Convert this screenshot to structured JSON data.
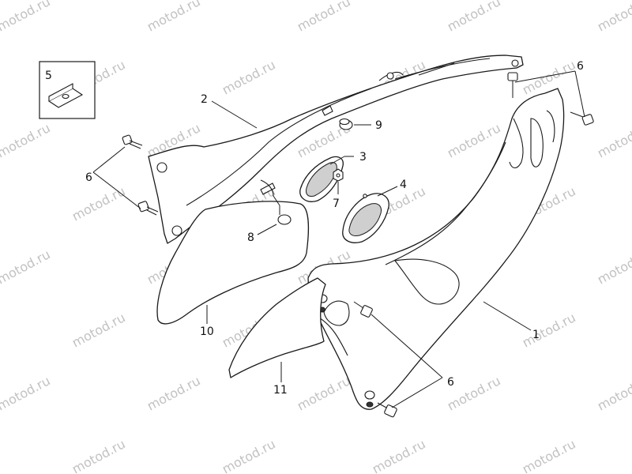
{
  "watermark": {
    "text": "motod.ru",
    "color": "#c2c2c2"
  },
  "callouts": {
    "c1": "1",
    "c2": "2",
    "c3": "3",
    "c4": "4",
    "c5": "5",
    "c6a": "6",
    "c6b": "6",
    "c6c": "6",
    "c7": "7",
    "c8": "8",
    "c9": "9",
    "c10": "10",
    "c11": "11"
  }
}
